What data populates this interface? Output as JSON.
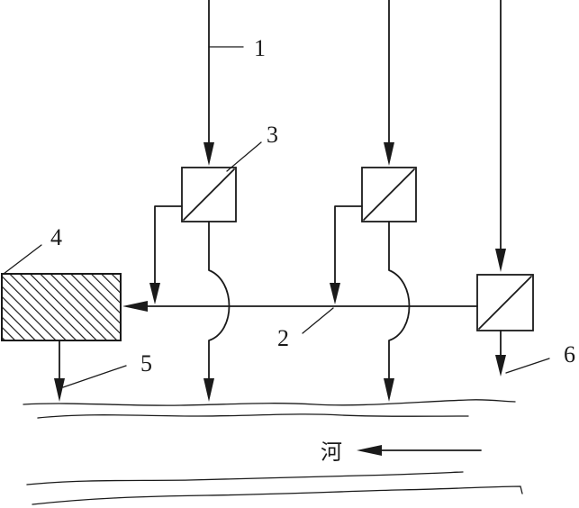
{
  "labels": {
    "n1": "1",
    "n2": "2",
    "n3": "3",
    "n4": "4",
    "n5": "5",
    "n6": "6",
    "river": "河"
  },
  "colors": {
    "stroke": "#1a1a1a",
    "background": "#ffffff"
  }
}
